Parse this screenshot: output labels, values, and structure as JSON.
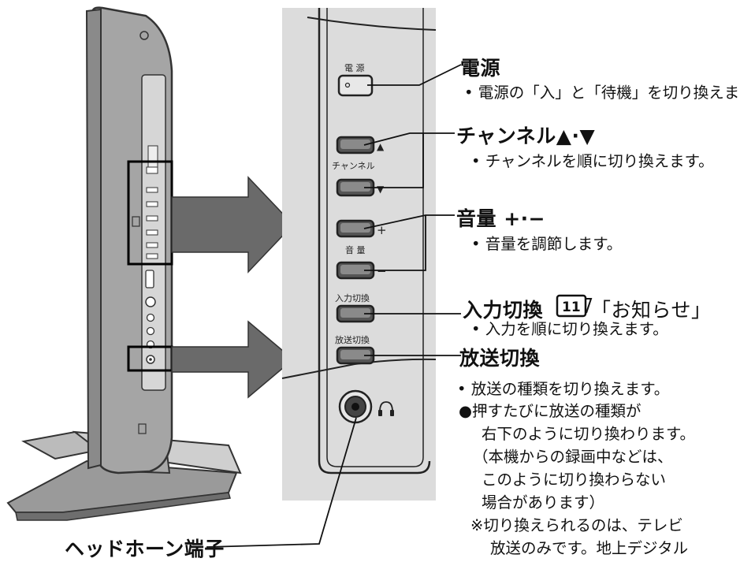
{
  "panel": {
    "power_small": "電 源",
    "channel_small": "チャンネル",
    "volume_small": "音 量",
    "input_small": "入力切換",
    "broadcast_small": "放送切換",
    "ch_up_symbol": "▲",
    "ch_down_symbol": "▼",
    "vol_plus_symbol": "+",
    "vol_minus_symbol": "−"
  },
  "callouts": {
    "power": {
      "title": "電源",
      "desc": "• 電源の「入」と「待機」を切り換えます。"
    },
    "channel": {
      "title": "チャンネル▲·▼",
      "desc": "• チャンネルを順に切り換えます。"
    },
    "volume": {
      "title": "音量 +·−",
      "desc": "• 音量を調節します。"
    },
    "input": {
      "title": "入力切換",
      "ref_page": "11",
      "ref_text": "「お知らせ」",
      "desc": "• 入力を順に切り換えます。"
    },
    "broadcast": {
      "title": "放送切換",
      "lines": [
        "• 放送の種類を切り換えます。",
        "●押すたびに放送の種類が",
        "右下のように切り換わります。",
        "（本機からの録画中などは、",
        "このように切り換わらない",
        "場合があります）",
        "※切り換えられるのは、テレビ",
        "放送のみです。地上デジタル"
      ]
    },
    "headphone": {
      "title": "ヘッドホーン端子"
    }
  }
}
